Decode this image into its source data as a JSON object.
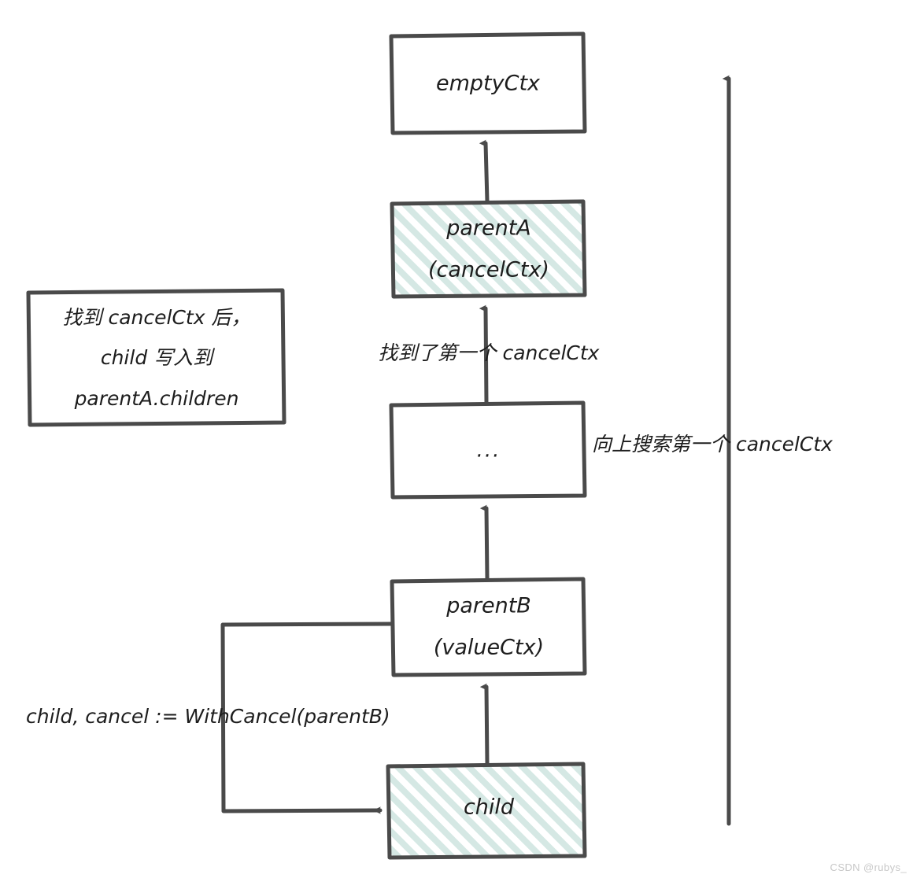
{
  "figure": {
    "type": "diagram",
    "subject": "Go context WithCancel parent chain traversal",
    "background_color": "#ffffff",
    "stroke_color": "#4a4a4a",
    "text_color": "#1d1d1d",
    "hatch_color": "#d5e8e4",
    "style": "hand-drawn sketch"
  },
  "nodes": [
    {
      "id": "emptyCtx",
      "label_lines": [
        "emptyCtx"
      ],
      "fill": "white",
      "hatched": false
    },
    {
      "id": "parentA",
      "label_lines": [
        "parentA",
        "(cancelCtx)"
      ],
      "fill": "hatched",
      "hatched": true
    },
    {
      "id": "ellipsis",
      "label_lines": [
        "..."
      ],
      "fill": "white",
      "hatched": false
    },
    {
      "id": "parentB",
      "label_lines": [
        "parentB",
        "(valueCtx)"
      ],
      "fill": "white",
      "hatched": false
    },
    {
      "id": "child",
      "label_lines": [
        "child"
      ],
      "fill": "hatched",
      "hatched": true
    }
  ],
  "edge_labels": {
    "found_first_cancelctx": "找到了第一个 cancelCtx",
    "search_upward": "向上搜索第一个 cancelCtx",
    "with_cancel_call": "child, cancel := WithCancel(parentB)"
  },
  "note": {
    "lines": [
      "找到 cancelCtx 后，",
      "child 写入到",
      "parentA.children"
    ]
  },
  "watermark": {
    "text": "CSDN @rubys_"
  }
}
